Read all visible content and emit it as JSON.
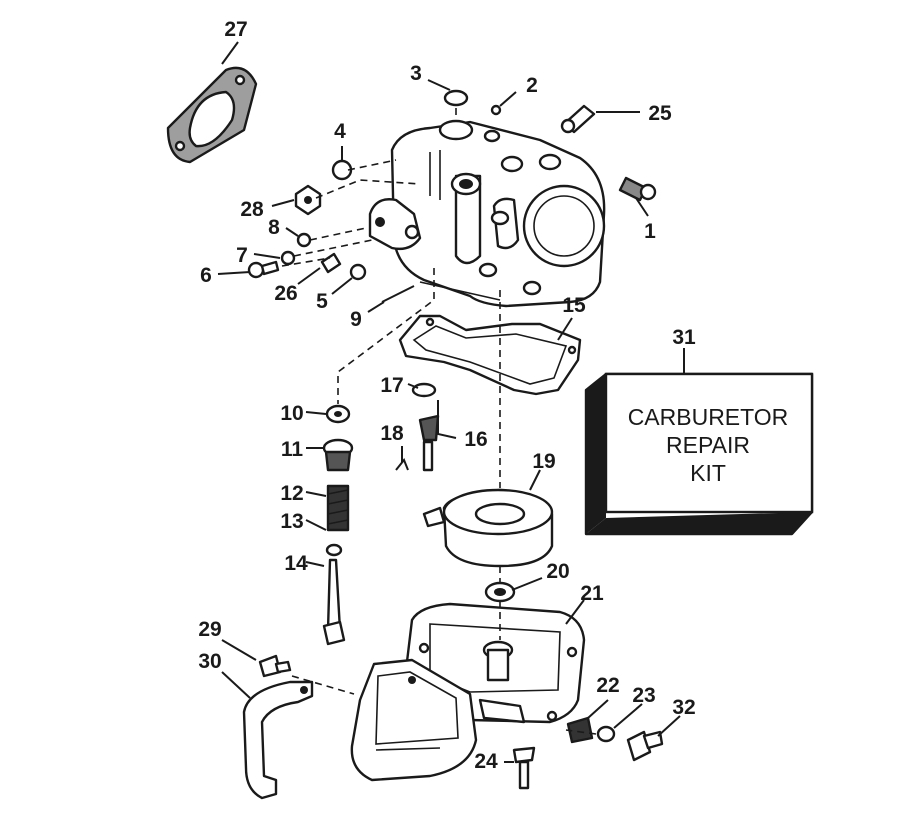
{
  "labels": {
    "p1": "1",
    "p2": "2",
    "p3": "3",
    "p4": "4",
    "p5": "5",
    "p6": "6",
    "p7": "7",
    "p8": "8",
    "p9": "9",
    "p10": "10",
    "p11": "11",
    "p12": "12",
    "p13": "13",
    "p14": "14",
    "p15": "15",
    "p16": "16",
    "p17": "17",
    "p18": "18",
    "p19": "19",
    "p20": "20",
    "p21": "21",
    "p22": "22",
    "p23": "23",
    "p24": "24",
    "p25": "25",
    "p26": "26",
    "p27": "27",
    "p28": "28",
    "p29": "29",
    "p30": "30",
    "p31": "31",
    "p32": "32"
  },
  "kit_box": {
    "line1": "CARBURETOR",
    "line2": "REPAIR",
    "line3": "KIT"
  }
}
